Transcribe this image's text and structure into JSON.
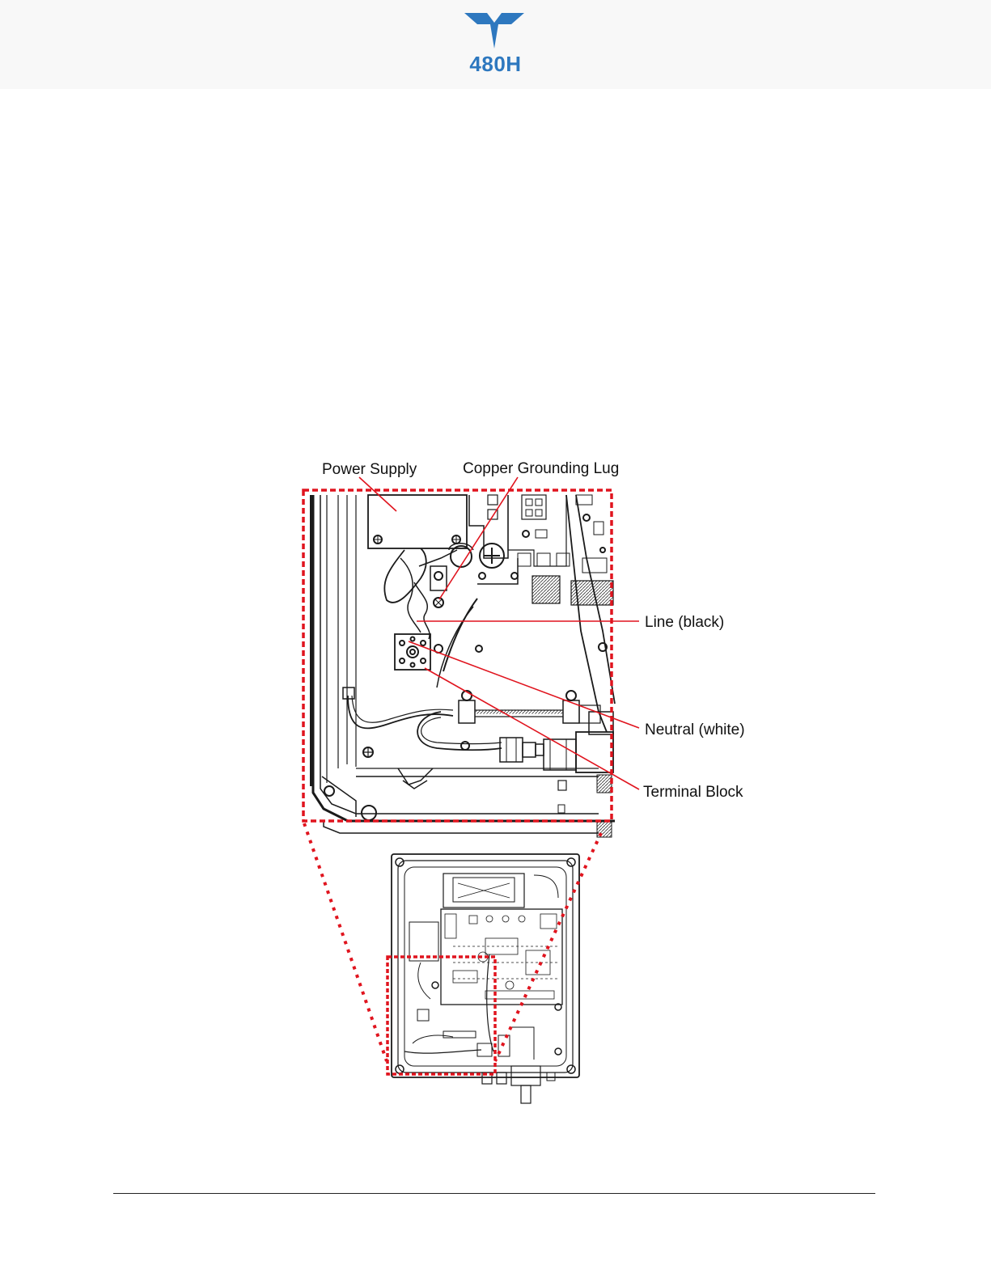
{
  "header": {
    "model": "480H",
    "brand_color": "#2e78bf"
  },
  "figure": {
    "callout_color": "#e0141e",
    "labels": {
      "power_supply": "Power Supply",
      "grounding_lug": "Copper Grounding Lug",
      "line": "Line (black)",
      "neutral": "Neutral (white)",
      "terminal_block": "Terminal Block"
    }
  }
}
